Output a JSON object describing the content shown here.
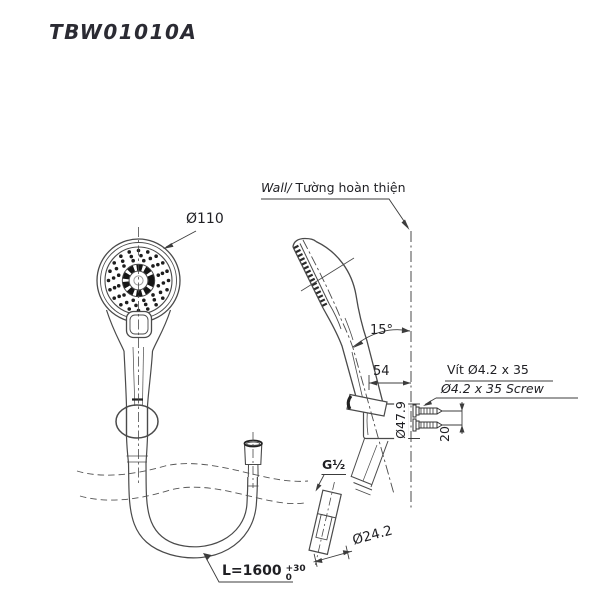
{
  "title": "TBW01010A",
  "colors": {
    "ink": "#4a4a4a",
    "dark_ink": "#1e1e1e",
    "text": "#1f1f23",
    "title_text": "#2b2b33",
    "background": "#ffffff"
  },
  "annotations": {
    "wall_en": "Wall/",
    "wall_vi": " Tường hoàn thiện",
    "head_diameter": "Ø110",
    "tilt_angle": "15°",
    "wall_offset": "54",
    "holder_diameter": "Ø47.9",
    "screw_label_vi": "Vít Ø4.2 x 35",
    "screw_label_en": "Ø4.2 x 35 Screw",
    "screw_spacing": "20",
    "thread_size": "G½",
    "connector_diameter": "Ø24.2",
    "hose_length": "L=1600",
    "hose_tolerance_upper": "+30",
    "hose_tolerance_lower": "0"
  }
}
